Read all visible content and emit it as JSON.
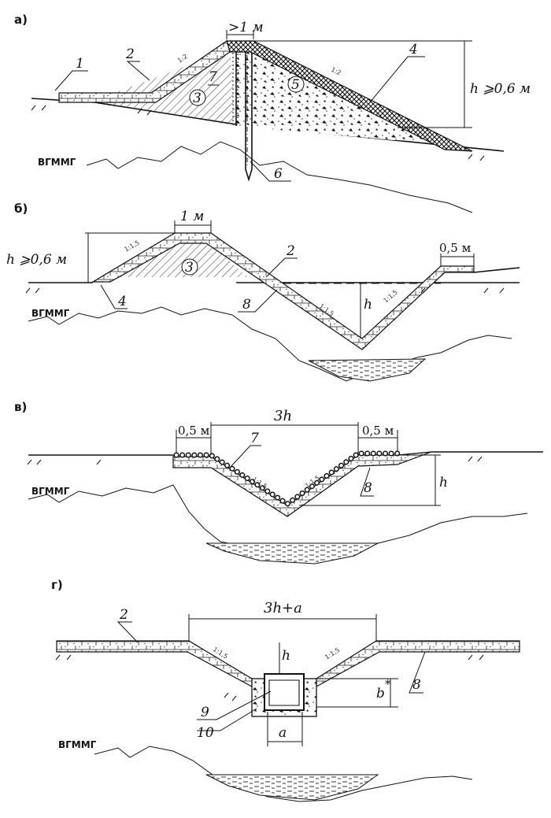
{
  "sections": {
    "a": {
      "letter": "а)",
      "top_width": ">1 м",
      "height": "h ⩾0,6 м",
      "ground": "ВГММГ",
      "callouts": [
        "1",
        "2",
        "3",
        "7",
        "4",
        "5",
        "6"
      ],
      "slopes": [
        "1:2",
        "1:2"
      ]
    },
    "b": {
      "letter": "б)",
      "top_width": "1 м",
      "height": "h ⩾0,6 м",
      "berm": "0,5 м",
      "depth": "h",
      "ground": "ВГММГ",
      "callouts": [
        "3",
        "2",
        "4",
        "8"
      ],
      "slopes": [
        "1:1,5",
        "1:1,5",
        "1:1,5"
      ]
    },
    "v": {
      "letter": "в)",
      "width": "3h",
      "berm_left": "0,5 м",
      "berm_right": "0,5 м",
      "depth": "h",
      "ground": "ВГММГ",
      "callouts": [
        "7",
        "8"
      ],
      "slopes": [
        "1:1,5",
        "1:1,5"
      ]
    },
    "g": {
      "letter": "г)",
      "width": "3h+a",
      "depth": "h",
      "tray_height": "b",
      "tray_height_mark": "*",
      "tray_width": "a",
      "ground": "ВГММГ",
      "callouts": [
        "2",
        "8",
        "9",
        "10"
      ],
      "slopes": [
        "1:1,5",
        "1:1,5"
      ]
    }
  }
}
